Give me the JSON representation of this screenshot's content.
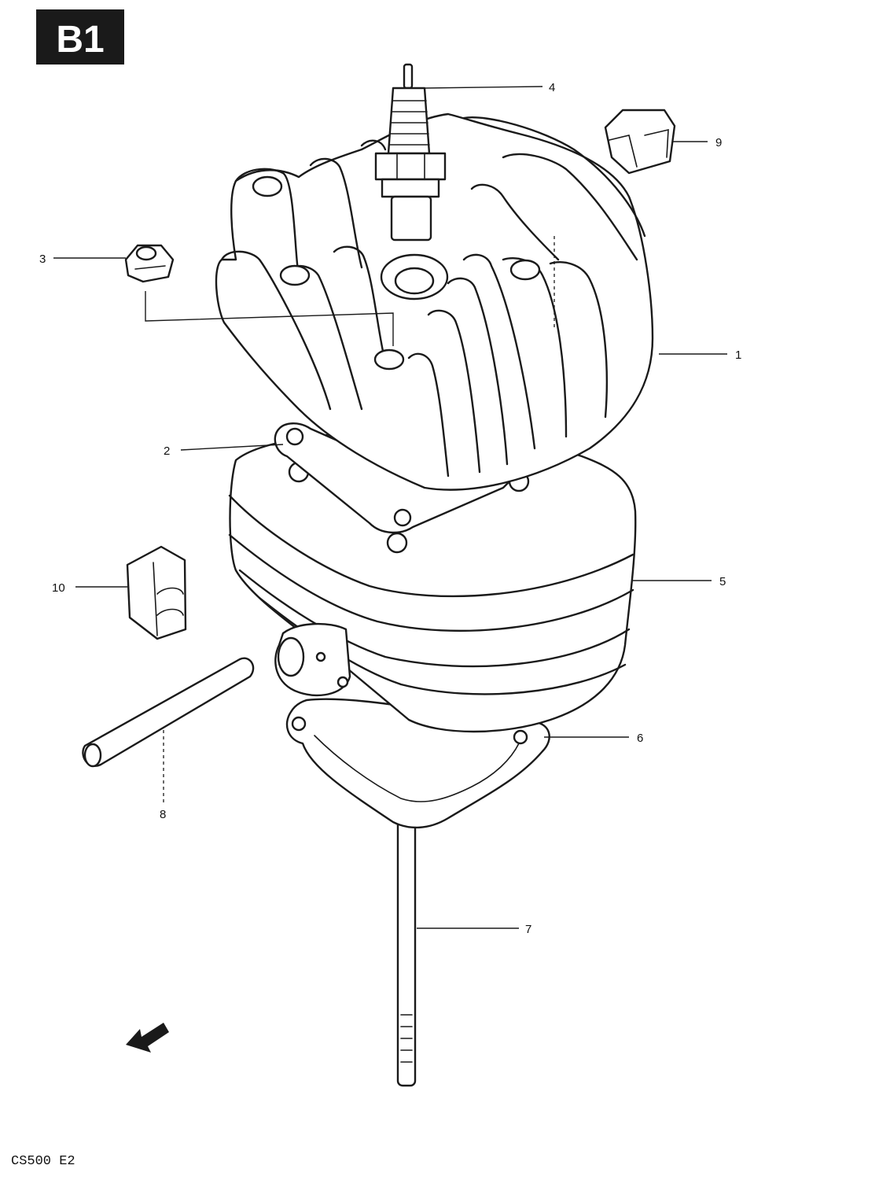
{
  "header": {
    "page_code": "B1"
  },
  "footer": {
    "model_code": "CS500 E2"
  },
  "parts": [
    {
      "id": "cylinder-head",
      "number": "1"
    },
    {
      "id": "head-gasket",
      "number": "2"
    },
    {
      "id": "head-nut",
      "number": "3"
    },
    {
      "id": "spark-plug",
      "number": "4"
    },
    {
      "id": "cylinder",
      "number": "5"
    },
    {
      "id": "base-gasket",
      "number": "6"
    },
    {
      "id": "stud-bolt",
      "number": "7"
    },
    {
      "id": "pin",
      "number": "8"
    },
    {
      "id": "damper-9",
      "number": "9"
    },
    {
      "id": "damper-10",
      "number": "10"
    }
  ],
  "icons": {
    "direction": "front-arrow-icon"
  }
}
